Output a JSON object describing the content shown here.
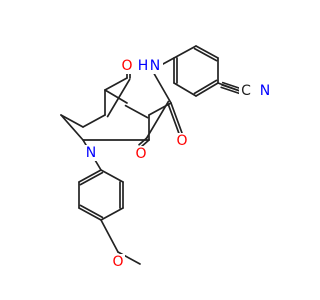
{
  "molecule": {
    "atoms": {
      "o_keto": {
        "text": "O",
        "color": "#ff0000"
      },
      "n_amide": {
        "text": "N",
        "color": "#0000ff"
      },
      "h_amide": {
        "text": "H",
        "color": "#0000ff"
      },
      "o_amide": {
        "text": "O",
        "color": "#ff0000"
      },
      "c_nitrile": {
        "text": "C",
        "color": "#222222"
      },
      "n_nitrile": {
        "text": "N",
        "color": "#0000ff"
      },
      "n_ring": {
        "text": "N",
        "color": "#0000ff"
      },
      "o_lactam": {
        "text": "O",
        "color": "#ff0000"
      },
      "o_methoxy": {
        "text": "O",
        "color": "#ff0000"
      }
    },
    "bond_color": "#222222"
  }
}
